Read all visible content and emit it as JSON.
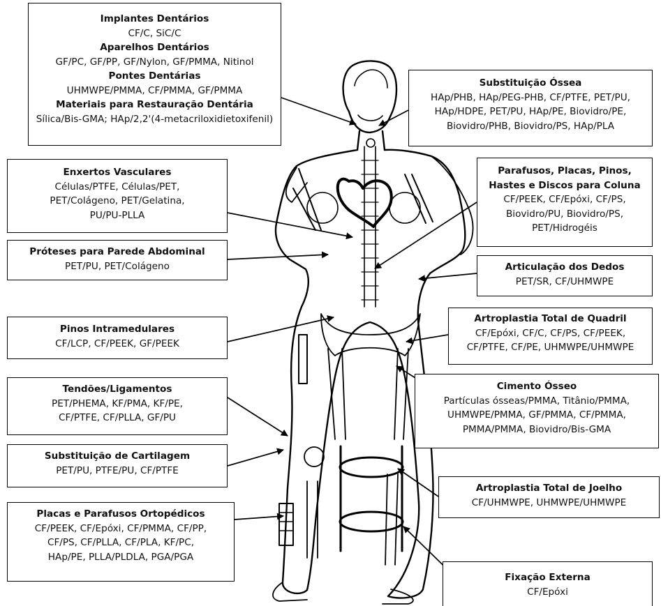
{
  "boxes": {
    "dental": {
      "t1": "Implantes Dentários",
      "l1": "CF/C, SiC/C",
      "t2": "Aparelhos Dentários",
      "l2": "GF/PC, GF/PP, GF/Nylon, GF/PMMA, Nitinol",
      "t3": "Pontes Dentárias",
      "l3": "UHMWPE/PMMA, CF/PMMA, GF/PMMA",
      "t4": "Materiais para Restauração Dentária",
      "l4": "Sílica/Bis-GMA; HAp/2,2'(4-metacriloxidietoxifenil)"
    },
    "bone": {
      "title": "Substituição Óssea",
      "l1": "HAp/PHB, HAp/PEG-PHB, CF/PTFE, PET/PU,",
      "l2": "HAp/HDPE, PET/PU, HAp/PE, Biovidro/PE,",
      "l3": "Biovidro/PHB, Biovidro/PS, HAp/PLA"
    },
    "vascular": {
      "title": "Enxertos Vasculares",
      "l1": "Células/PTFE, Células/PET,",
      "l2": "PET/Colágeno, PET/Gelatina,",
      "l3": "PU/PU-PLLA"
    },
    "spine": {
      "t1": "Parafusos, Placas,  Pinos,",
      "t2": "Hastes e Discos para Coluna",
      "l1": "CF/PEEK, CF/Epóxi, CF/PS,",
      "l2": "Biovidro/PU, Biovidro/PS,",
      "l3": "PET/Hidrogéis"
    },
    "abdominal": {
      "title": "Próteses para Parede Abdominal",
      "l1": "PET/PU, PET/Colágeno"
    },
    "finger": {
      "title": "Articulação dos Dedos",
      "l1": "PET/SR, CF/UHMWPE"
    },
    "pins": {
      "title": "Pinos Intramedulares",
      "l1": "CF/LCP, CF/PEEK, GF/PEEK"
    },
    "hip": {
      "title": "Artroplastia Total de Quadril",
      "l1": "CF/Epóxi, CF/C, CF/PS, CF/PEEK,",
      "l2": "CF/PTFE, CF/PE, UHMWPE/UHMWPE"
    },
    "tendon": {
      "title": "Tendões/Ligamentos",
      "l1": "PET/PHEMA, KF/PMA, KF/PE,",
      "l2": "CF/PTFE, CF/PLLA, GF/PU"
    },
    "cement": {
      "title": "Cimento Ósseo",
      "l1": "Partículas ósseas/PMMA, Titânio/PMMA,",
      "l2": "UHMWPE/PMMA, GF/PMMA, CF/PMMA,",
      "l3": "PMMA/PMMA, Biovidro/Bis-GMA"
    },
    "cartilage": {
      "title": "Substituição de Cartilagem",
      "l1": "PET/PU, PTFE/PU, CF/PTFE"
    },
    "knee": {
      "title": "Artroplastia Total de Joelho",
      "l1": "CF/UHMWPE, UHMWPE/UHMWPE"
    },
    "plates": {
      "title": "Placas e Parafusos Ortopédicos",
      "l1": "CF/PEEK, CF/Epóxi, CF/PMMA, CF/PP,",
      "l2": "CF/PS, CF/PLLA, CF/PLA, KF/PC,",
      "l3": "HAp/PE, PLLA/PLDLA, PGA/PGA"
    },
    "fixation": {
      "title": "Fixação Externa",
      "l1": "CF/Epóxi"
    }
  }
}
